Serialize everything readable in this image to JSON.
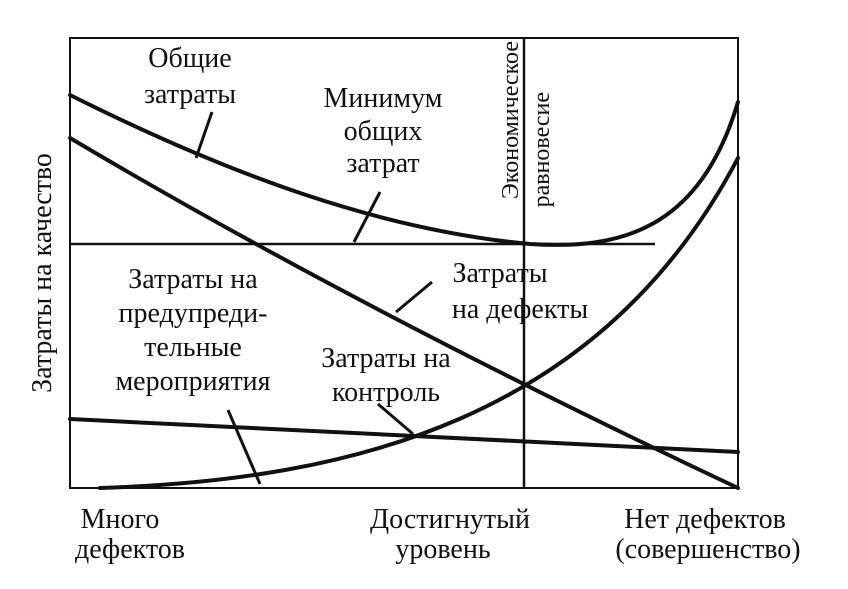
{
  "ylabel": "Затраты на качество",
  "curves": {
    "total": [
      "Общие",
      "затраты"
    ],
    "minimum": [
      "Минимум",
      "общих",
      "затрат"
    ],
    "defects": [
      "Затраты",
      "на дефекты"
    ],
    "prevention": [
      "Затраты на",
      "предупреди-",
      "тельные",
      "мероприятия"
    ],
    "control": [
      "Затраты на",
      "контроль"
    ]
  },
  "equilibrium": [
    "Экономическое",
    "равновесие"
  ],
  "xlabels": {
    "left": [
      "Много",
      "дефектов"
    ],
    "middle": [
      "Достигнутый",
      "уровень"
    ],
    "right": [
      "Нет дефектов",
      "(совершенство)"
    ]
  }
}
